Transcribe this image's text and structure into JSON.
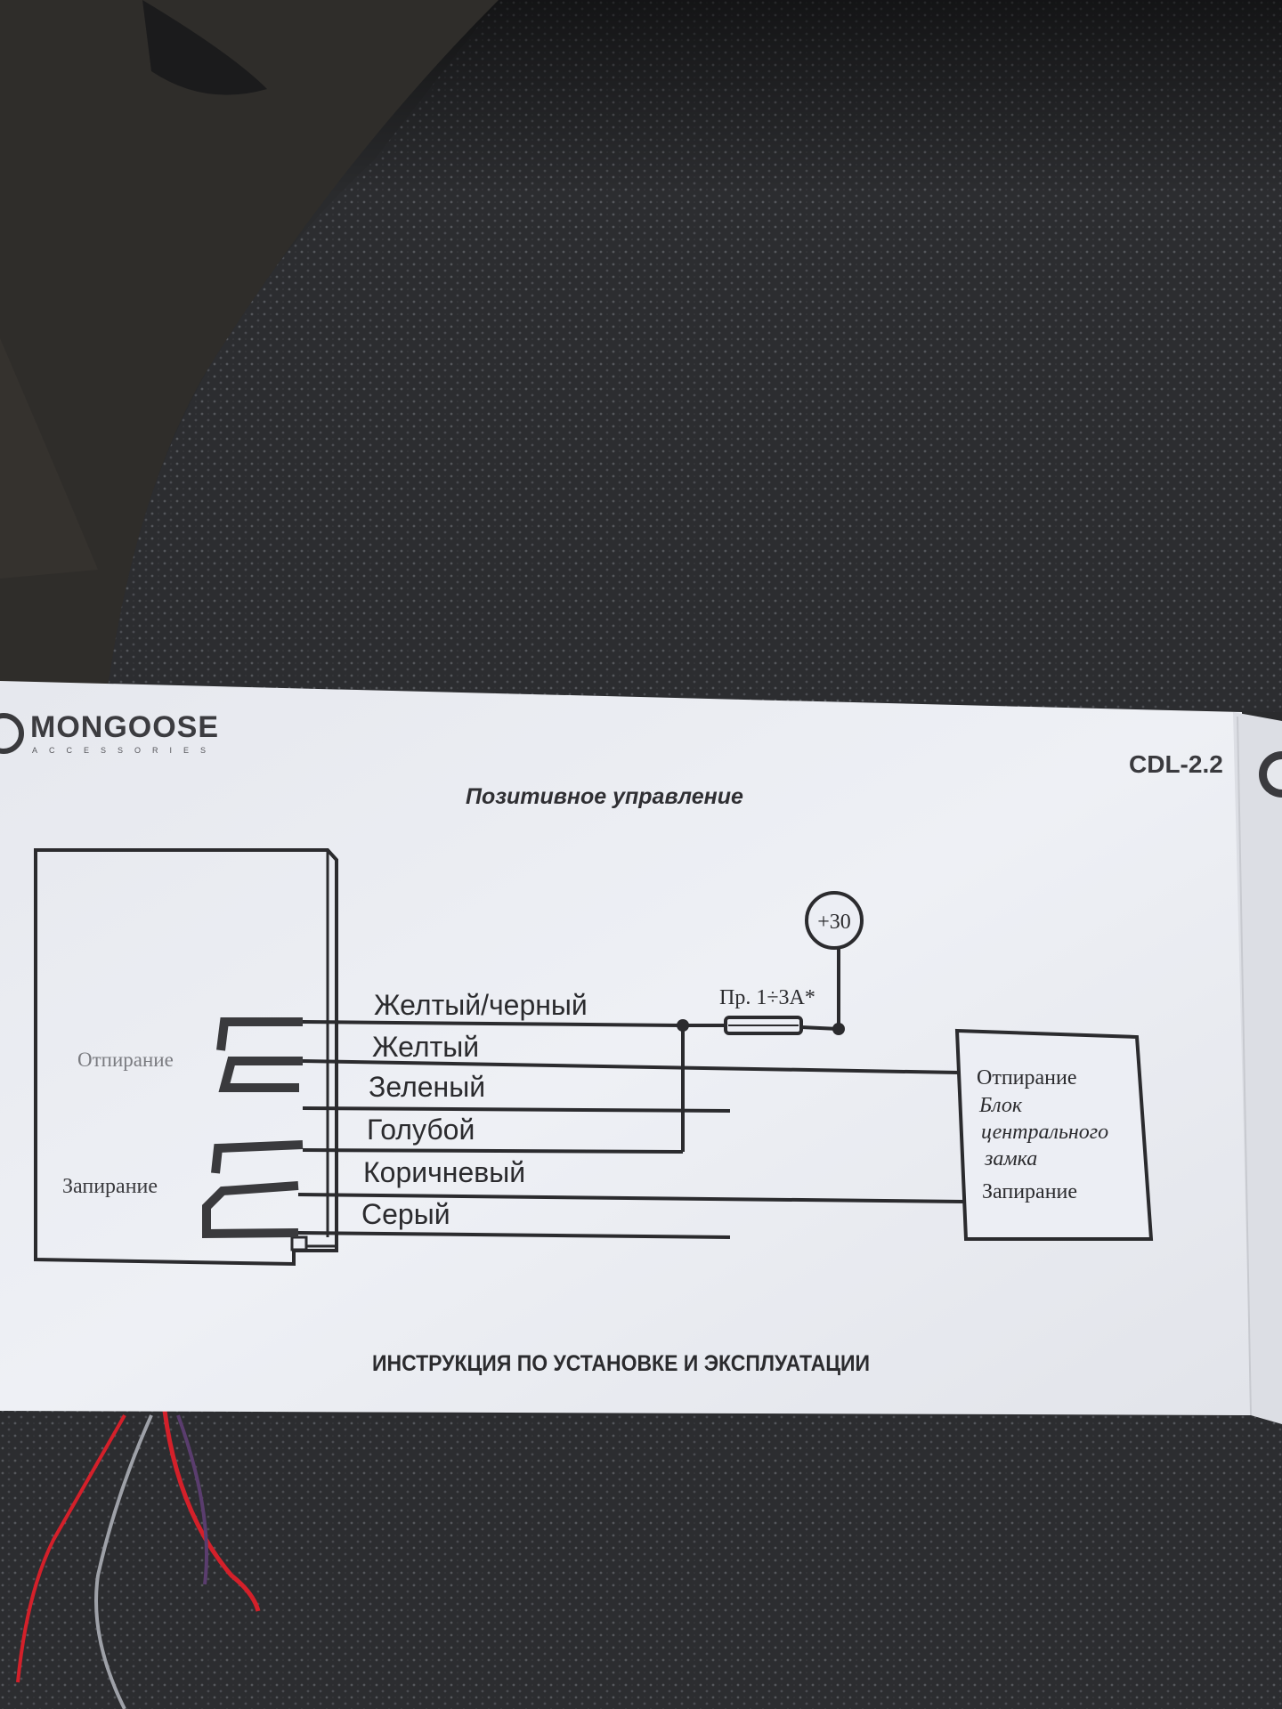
{
  "brand": {
    "name": "MONGOOSE",
    "sub": "ACCESSORIES"
  },
  "model": "CDL-2.2",
  "title": "Позитивное управление",
  "footer": "ИНСТРУКЦИЯ ПО УСТАНОВКЕ И ЭКСПЛУАТАЦИИ",
  "diagram": {
    "unlock_label": "Отпирание",
    "lock_label": "Запирание",
    "wires": [
      {
        "id": "yellow-black",
        "label": "Желтый/черный"
      },
      {
        "id": "yellow",
        "label": "Желтый"
      },
      {
        "id": "green",
        "label": "Зеленый"
      },
      {
        "id": "blue",
        "label": "Голубой"
      },
      {
        "id": "brown",
        "label": "Коричневый"
      },
      {
        "id": "gray",
        "label": "Серый"
      }
    ],
    "power": "+30",
    "fuse": "Пр. 1÷3А*",
    "central_lock": {
      "unlock": "Отпирание",
      "name_line1": "Блок",
      "name_line2": "центрального",
      "name_line3": "замка",
      "lock": "Запирание"
    }
  },
  "colors": {
    "paper": "#eceef4",
    "ink": "#2b2b2e",
    "fabric": "#2a2b2d",
    "wire_red": "#d4202a"
  }
}
